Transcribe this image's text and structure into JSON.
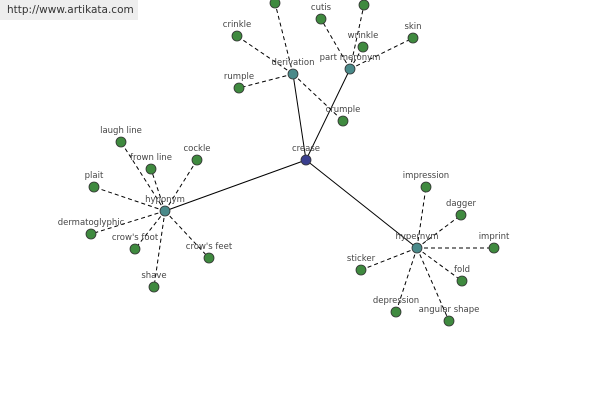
{
  "watermark": {
    "text": "http://www.artikata.com"
  },
  "colors": {
    "center": "#3a3f8f",
    "hub": "#4a8a8a",
    "leaf": "#3f8a3f",
    "edge": "#000000"
  },
  "graph": {
    "center": {
      "id": "crease",
      "label": "crease"
    },
    "hubs": [
      {
        "id": "derivation",
        "label": "derivation",
        "leaves": [
          "",
          "crinkle",
          "rumple",
          "crumple"
        ]
      },
      {
        "id": "part-meronym",
        "label": "part meronym",
        "leaves": [
          "",
          "cutis",
          "wrinkle",
          "skin"
        ]
      },
      {
        "id": "hyponym",
        "label": "hyponym",
        "leaves": [
          "laugh line",
          "frown line",
          "cockle",
          "plait",
          "dermatoglyphic",
          "crow's foot",
          "crow's feet",
          "shave"
        ]
      },
      {
        "id": "hypernym",
        "label": "hypernym",
        "leaves": [
          "impression",
          "dagger",
          "imprint",
          "sticker",
          "fold",
          "depression",
          "angular shape"
        ]
      }
    ]
  }
}
